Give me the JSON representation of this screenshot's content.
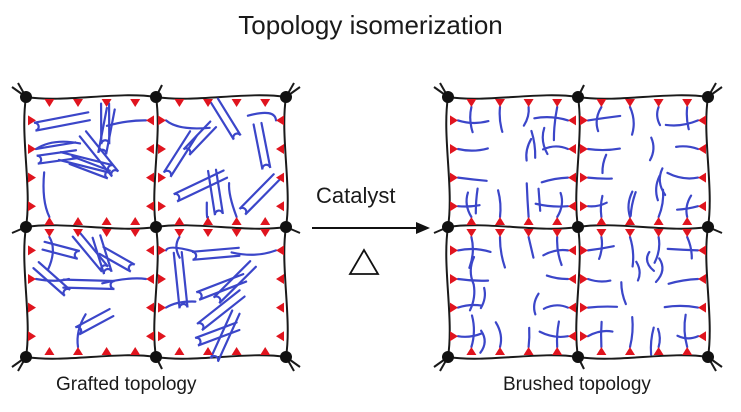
{
  "title": "Topology isomerization",
  "arrow": {
    "label": "Catalyst",
    "symbol": "triangle"
  },
  "left_panel": {
    "caption": "Grafted topology",
    "chain_form": "looped grafts"
  },
  "right_panel": {
    "caption": "Brushed topology",
    "chain_form": "single-end brushes"
  },
  "colors": {
    "network_line": "#1a1a1a",
    "crosslink_node": "#111111",
    "anchor_marker": "#e0141e",
    "polymer_chain": "#3b46c9"
  }
}
